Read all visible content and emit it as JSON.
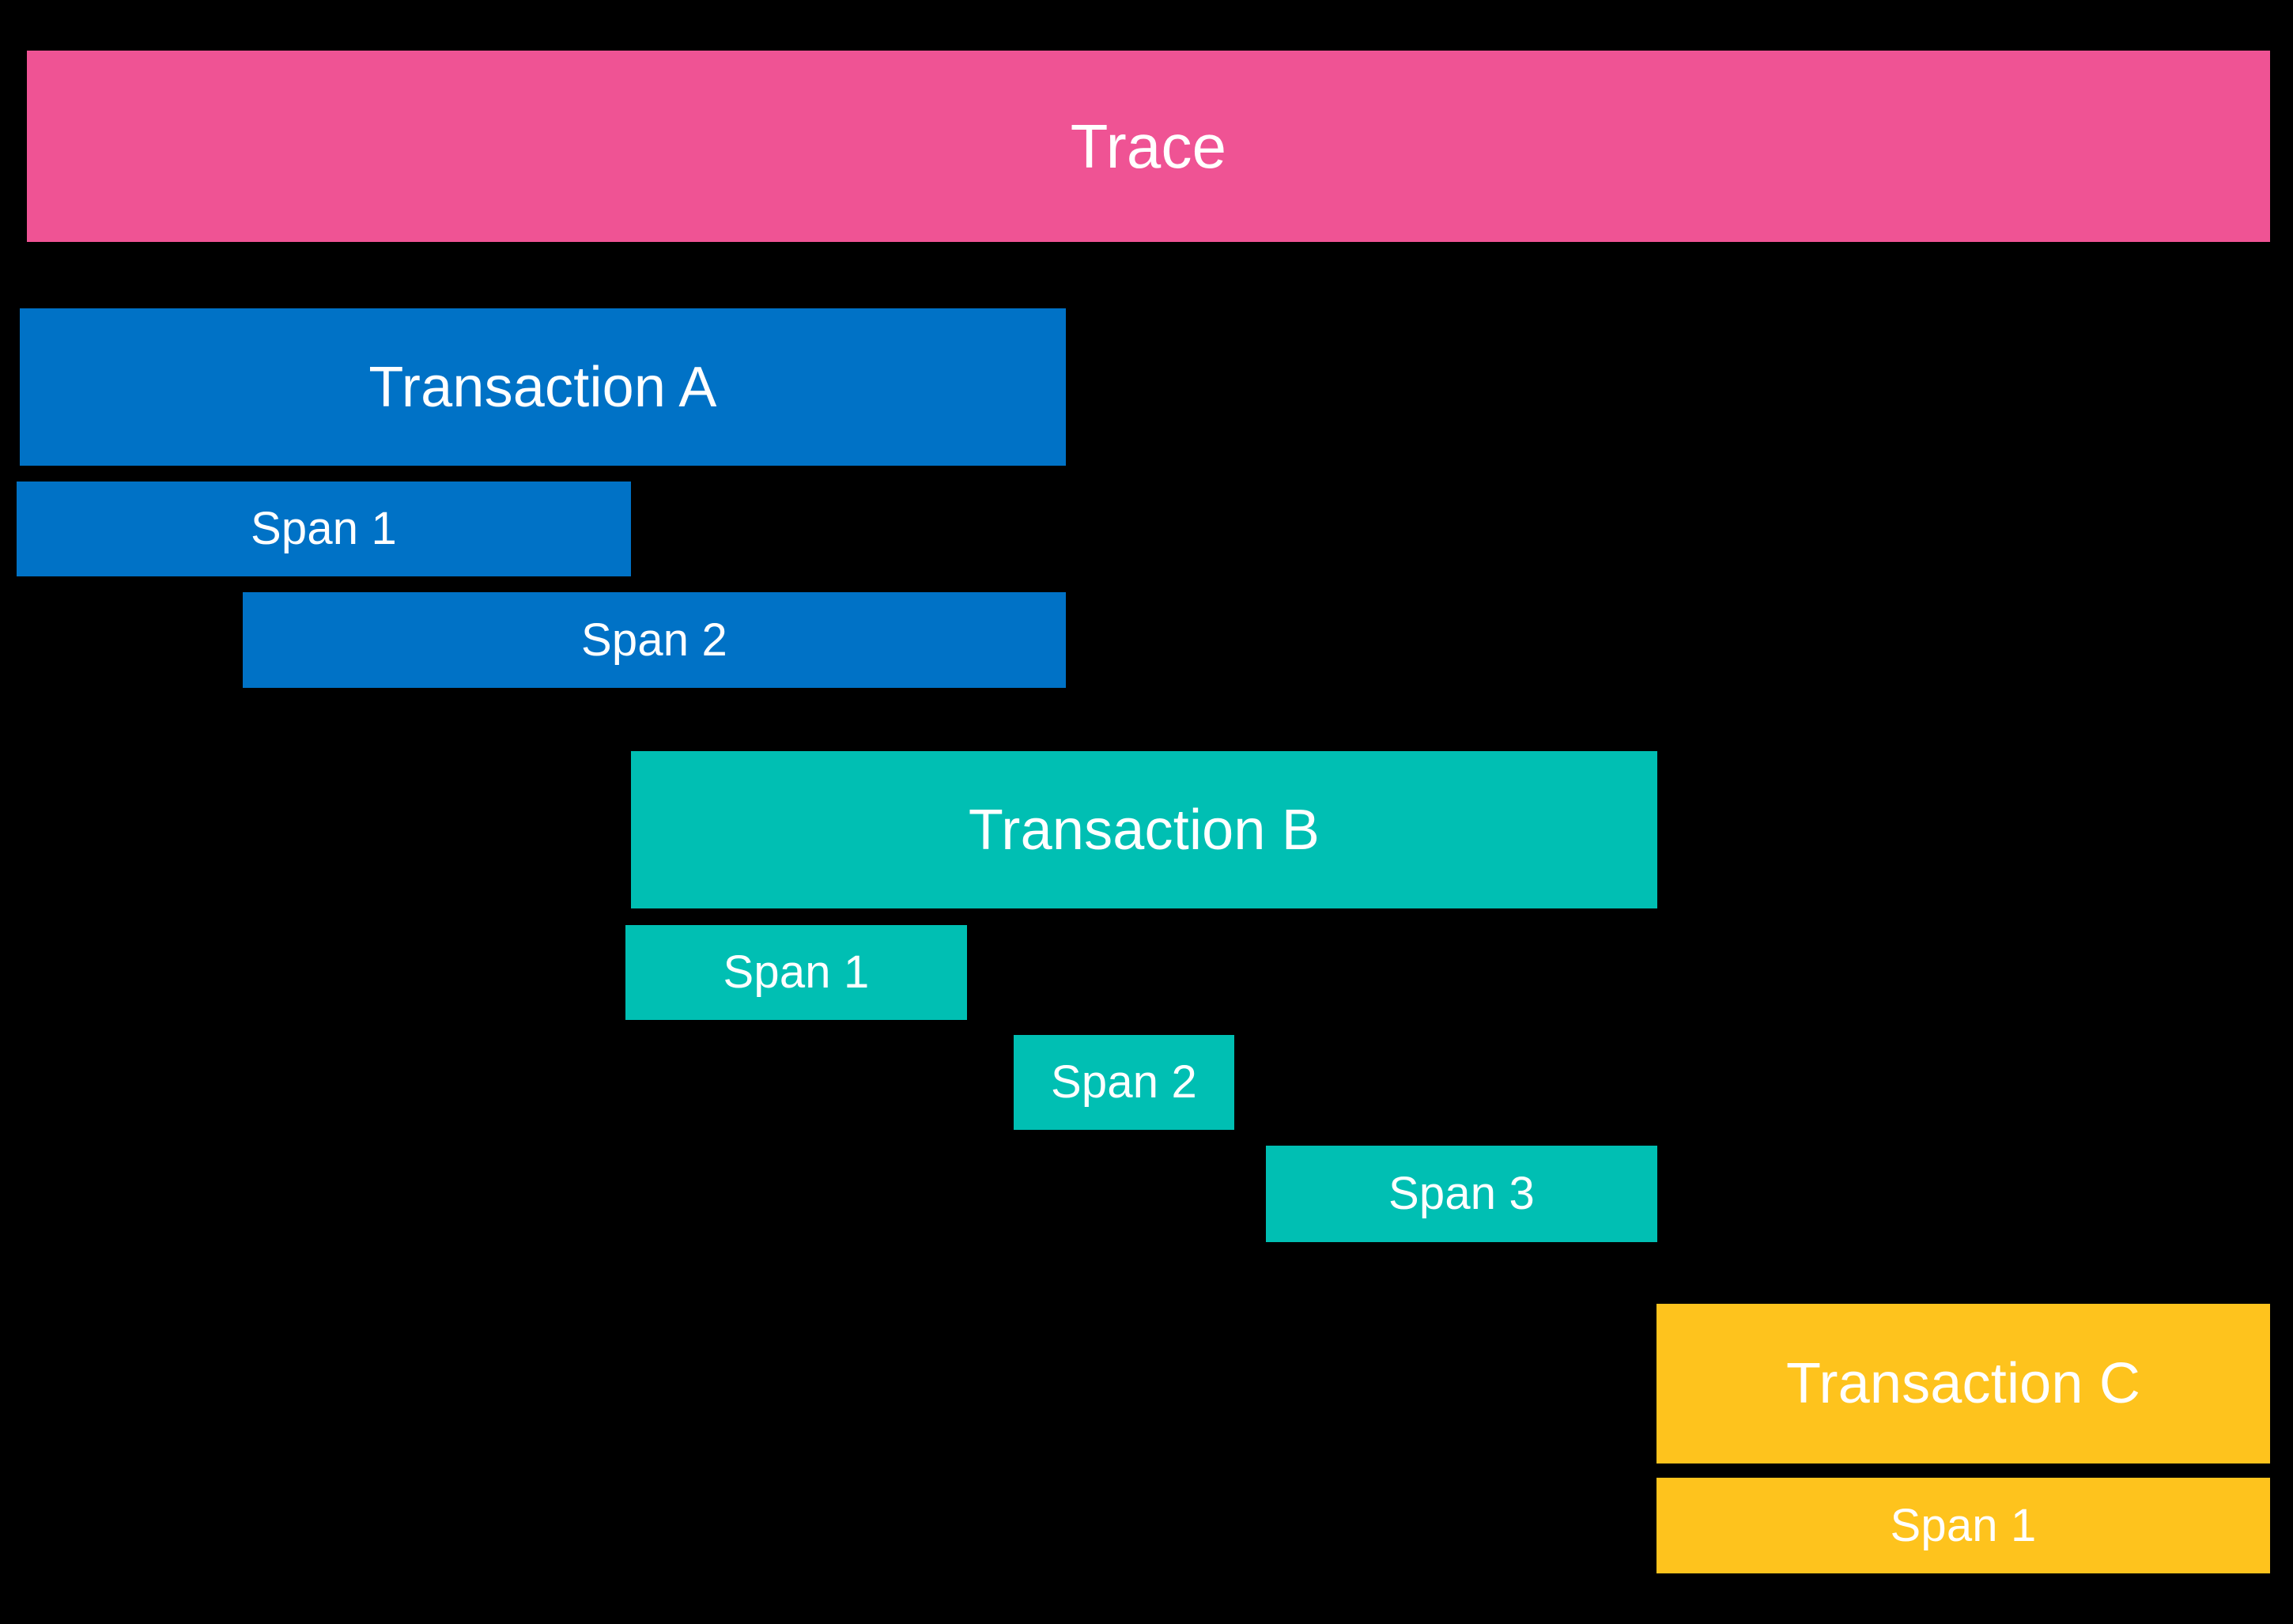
{
  "diagram": {
    "title": "Trace",
    "background_color": "#000000",
    "text_color": "#ffffff",
    "colors": {
      "trace": "#ef5394",
      "transaction_a": "#0072c6",
      "transaction_b": "#00bfb3",
      "transaction_c": "#fec31d"
    }
  },
  "trace": {
    "label": "Trace",
    "color": "#ef5394"
  },
  "transactions": [
    {
      "label": "Transaction A",
      "color": "#0072c6",
      "spans": [
        {
          "label": "Span 1",
          "color": "#0072c6"
        },
        {
          "label": "Span 2",
          "color": "#0072c6"
        }
      ]
    },
    {
      "label": "Transaction B",
      "color": "#00bfb3",
      "spans": [
        {
          "label": "Span 1",
          "color": "#00bfb3"
        },
        {
          "label": "Span 2",
          "color": "#00bfb3"
        },
        {
          "label": "Span 3",
          "color": "#00bfb3"
        }
      ]
    },
    {
      "label": "Transaction C",
      "color": "#fec31d",
      "spans": [
        {
          "label": "Span 1",
          "color": "#fec31d"
        }
      ]
    }
  ]
}
